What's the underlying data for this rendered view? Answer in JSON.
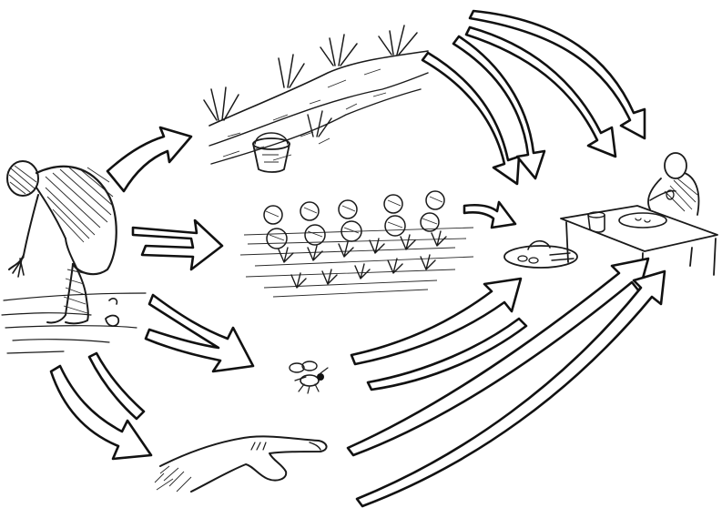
{
  "figure": {
    "style": "pen-and-ink sketch",
    "ink_color": "#1a1a1a",
    "background_color": "#ffffff"
  },
  "nodes": [
    {
      "id": "open-defecation",
      "icon": "squatting-person-icon"
    },
    {
      "id": "contaminated-water",
      "icon": "water-bucket-icon"
    },
    {
      "id": "crops",
      "icon": "crop-field-icon"
    },
    {
      "id": "flies",
      "icon": "fly-icon"
    },
    {
      "id": "hands",
      "icon": "hand-icon"
    },
    {
      "id": "food",
      "icon": "food-plate-icon"
    },
    {
      "id": "person-eating",
      "icon": "eating-person-icon"
    }
  ],
  "edges": [
    {
      "from": "open-defecation",
      "to": "contaminated-water"
    },
    {
      "from": "open-defecation",
      "to": "crops"
    },
    {
      "from": "open-defecation",
      "to": "flies"
    },
    {
      "from": "open-defecation",
      "to": "hands"
    },
    {
      "from": "contaminated-water",
      "to": "food"
    },
    {
      "from": "contaminated-water",
      "to": "person-eating"
    },
    {
      "from": "crops",
      "to": "food"
    },
    {
      "from": "flies",
      "to": "food"
    },
    {
      "from": "hands",
      "to": "person-eating"
    }
  ]
}
